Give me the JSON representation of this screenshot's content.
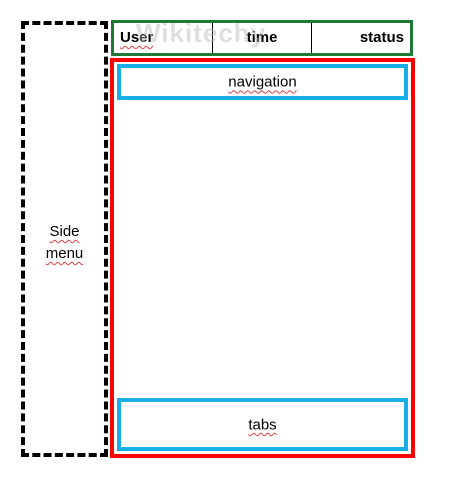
{
  "side_menu": {
    "label_line1": "Side",
    "label_line2": "menu"
  },
  "header": {
    "user": "User",
    "time": "time",
    "status": "status"
  },
  "navigation": {
    "label": "navigation"
  },
  "tabs": {
    "label": "tabs"
  },
  "watermark": {
    "text": "Wikitechy"
  },
  "colors": {
    "side_menu_border": "#000000",
    "header_border": "#1e7a34",
    "main_border": "#ff0000",
    "inner_border": "#1aaee8"
  }
}
